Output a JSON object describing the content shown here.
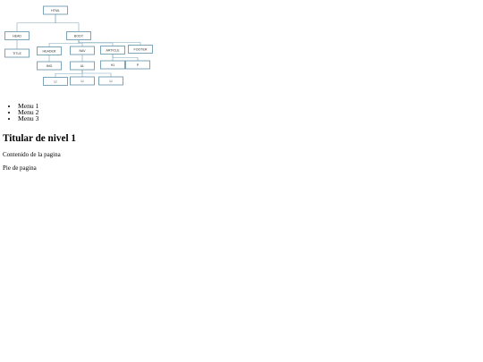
{
  "diagram": {
    "nodes": [
      {
        "id": "html",
        "label": "HTML"
      },
      {
        "id": "head",
        "label": "HEAD"
      },
      {
        "id": "body",
        "label": "BODY"
      },
      {
        "id": "title",
        "label": "TITLE"
      },
      {
        "id": "header",
        "label": "HEADER"
      },
      {
        "id": "nav",
        "label": "NAV"
      },
      {
        "id": "article",
        "label": "ARTICLE"
      },
      {
        "id": "footer",
        "label": "FOOTER"
      },
      {
        "id": "img",
        "label": "IMG"
      },
      {
        "id": "ul",
        "label": "UL"
      },
      {
        "id": "h1",
        "label": "H1"
      },
      {
        "id": "p",
        "label": "P"
      },
      {
        "id": "li1",
        "label": "LI"
      },
      {
        "id": "li2",
        "label": "LI"
      },
      {
        "id": "li3",
        "label": "LI"
      }
    ],
    "edges": [
      [
        "html",
        "head"
      ],
      [
        "html",
        "body"
      ],
      [
        "head",
        "title"
      ],
      [
        "body",
        "header"
      ],
      [
        "body",
        "nav"
      ],
      [
        "body",
        "article"
      ],
      [
        "body",
        "footer"
      ],
      [
        "header",
        "img"
      ],
      [
        "nav",
        "ul"
      ],
      [
        "article",
        "h1"
      ],
      [
        "article",
        "p"
      ],
      [
        "ul",
        "li1"
      ],
      [
        "ul",
        "li2"
      ],
      [
        "ul",
        "li3"
      ]
    ],
    "colors": {
      "stroke": "#5f8fa6",
      "edge": "#7fa7ba"
    }
  },
  "page": {
    "menu": [
      "Menu 1",
      "Menu 2",
      "Menu 3"
    ],
    "heading": "Titular de nivel 1",
    "content": "Contenido de la pagina",
    "footer": "Pie de pagina"
  }
}
